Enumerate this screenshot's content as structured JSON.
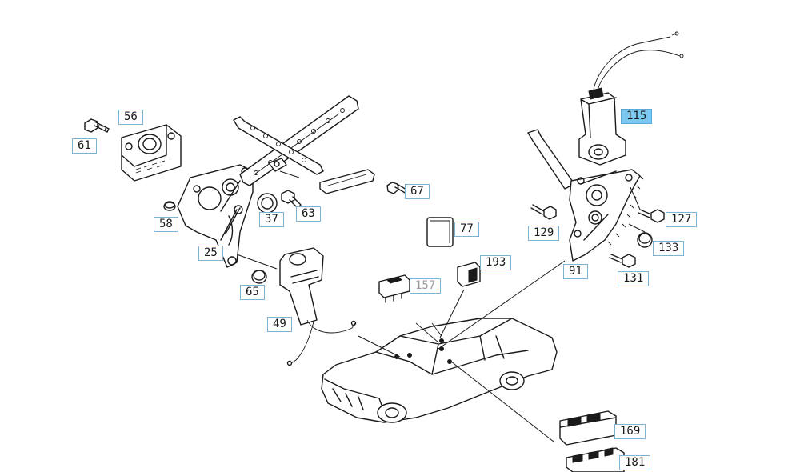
{
  "callouts": [
    {
      "id": "56",
      "label": "56"
    },
    {
      "id": "61",
      "label": "61"
    },
    {
      "id": "58",
      "label": "58"
    },
    {
      "id": "37",
      "label": "37"
    },
    {
      "id": "63",
      "label": "63"
    },
    {
      "id": "67",
      "label": "67"
    },
    {
      "id": "25",
      "label": "25"
    },
    {
      "id": "65",
      "label": "65"
    },
    {
      "id": "49",
      "label": "49"
    },
    {
      "id": "77",
      "label": "77"
    },
    {
      "id": "157",
      "label": "157"
    },
    {
      "id": "193",
      "label": "193"
    },
    {
      "id": "115",
      "label": "115"
    },
    {
      "id": "127",
      "label": "127"
    },
    {
      "id": "129",
      "label": "129"
    },
    {
      "id": "133",
      "label": "133"
    },
    {
      "id": "91",
      "label": "91"
    },
    {
      "id": "131",
      "label": "131"
    },
    {
      "id": "169",
      "label": "169"
    },
    {
      "id": "181",
      "label": "181"
    }
  ],
  "selected_callout": "115",
  "dimmed_callouts": [
    "157"
  ],
  "colors": {
    "highlight": "#7cc8ee",
    "callout_border": "#7fb3d6",
    "line_art": "#1a1a1a"
  }
}
